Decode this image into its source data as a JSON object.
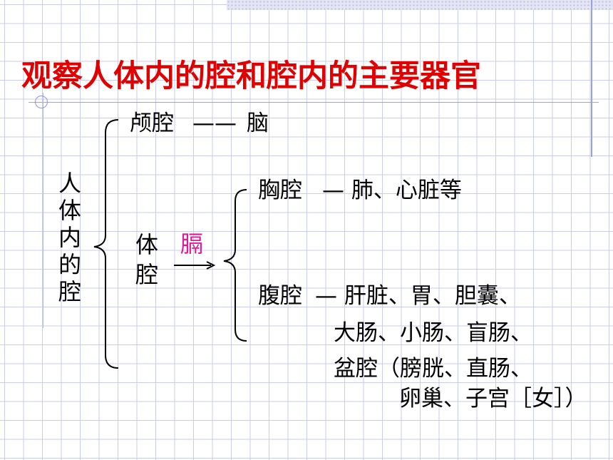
{
  "slide": {
    "title": "观察人体内的腔和腔内的主要器官"
  },
  "diagram": {
    "root": [
      "人",
      "体",
      "内",
      "的",
      "腔"
    ],
    "cranial": {
      "label": "颅腔",
      "dash": "——",
      "organ": "脑"
    },
    "body_cavity": [
      "体",
      "腔"
    ],
    "diaphragm": "膈",
    "thoracic": {
      "label": "胸腔",
      "organs": "— 肺、心脏等"
    },
    "abdominal": {
      "label": "腹腔",
      "line1": "— 肝脏、胃、胆囊、",
      "line2": "大肠、小肠、盲肠、",
      "line3": "盆腔（膀胱、直肠、",
      "line4": "卵巢、子宫［女］）"
    },
    "colors": {
      "title": "#e00000",
      "diaphragm": "#e0199a",
      "grid": "#c9cde8"
    }
  }
}
